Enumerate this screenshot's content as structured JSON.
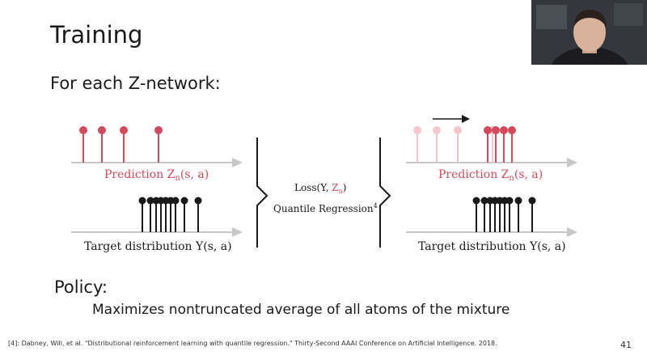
{
  "slide": {
    "title": "Training",
    "subtitle": "For each Z-network:",
    "policy_heading": "Policy:",
    "policy_text": "Maximizes nontruncated average of all atoms of the mixture",
    "footnote": "[4]: Dabney, Will, et al. \"Distributional reinforcement learning with quantile regression.\" Thirty-Second AAAI Conference on Artificial Intelligence. 2018.",
    "page_number": "41"
  },
  "diagram": {
    "left_prediction_label": "Prediction Z",
    "left_prediction_sub": "n",
    "left_prediction_args": "(s, a)",
    "left_target_label": "Target distribution Y(s, a)",
    "loss_prefix": "Loss(Y, ",
    "loss_z": "Z",
    "loss_sub": "n",
    "loss_suffix": ")",
    "quantile_label": "Quantile Regression",
    "quantile_sup": "4",
    "right_prediction_label": "Prediction Z",
    "right_prediction_sub": "n",
    "right_prediction_args": "(s, a)",
    "right_target_label": "Target distribution Y(s, a)"
  },
  "colors": {
    "prediction": "#d24a5c",
    "prediction_faded": "#f2c6cc",
    "target": "#1a1a1a",
    "axis": "#c8c8c8"
  },
  "icons": [
    "arrow-right-icon",
    "brace-right-icon",
    "brace-left-icon"
  ]
}
